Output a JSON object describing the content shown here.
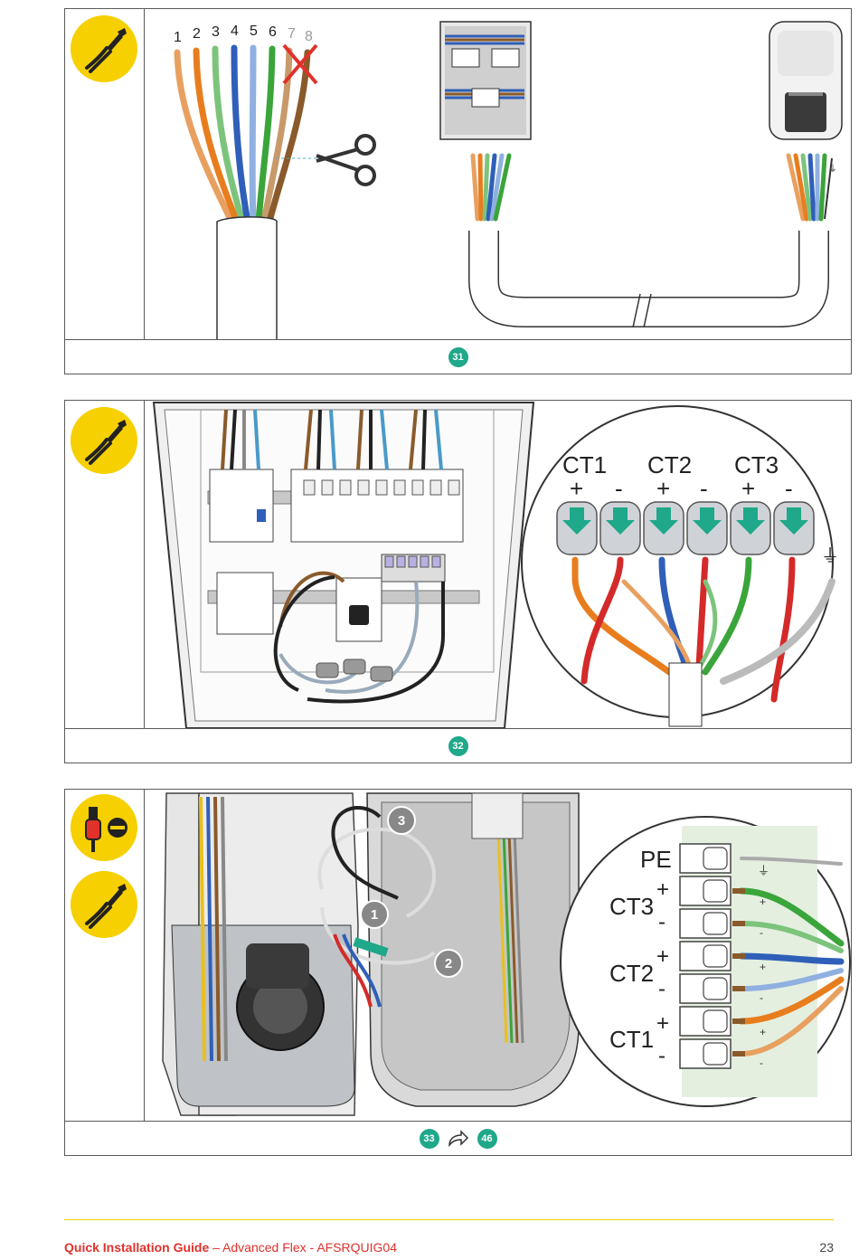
{
  "panels": [
    {
      "step": "31",
      "tool": "pliers-icon",
      "wire_numbers": [
        "1",
        "2",
        "3",
        "4",
        "5",
        "6",
        "7",
        "8"
      ]
    },
    {
      "step": "32",
      "tool": "pliers-icon",
      "ct_labels": [
        "CT1",
        "CT2",
        "CT3"
      ],
      "polarity": [
        "+",
        "-",
        "+",
        "-",
        "+",
        "-"
      ],
      "ground_symbol": "⏚"
    },
    {
      "step_from": "33",
      "step_to": "46",
      "tools": [
        "screwdriver-icon",
        "pliers-icon"
      ],
      "callouts": [
        "1",
        "2",
        "3"
      ],
      "terminal_labels": {
        "pe": "PE",
        "ct3": "CT3",
        "ct2": "CT2",
        "ct1": "CT1"
      },
      "terminal_signs": [
        "+",
        "-",
        "+",
        "-",
        "+",
        "-"
      ],
      "wire_signs": [
        "+",
        "-",
        "+",
        "-",
        "+",
        "-"
      ]
    }
  ],
  "footer": {
    "title": "Quick Installation Guide",
    "subtitle": " – Advanced Flex - AFSRQUIG04",
    "page_number": "23"
  },
  "colors": {
    "badge_yellow": "#f6d000",
    "step_green": "#1fa88a",
    "footer_red": "#e0312b",
    "wire_orange": "#e87d1e",
    "wire_green": "#3aa53a",
    "wire_blue": "#2f5fb8",
    "wire_brown": "#8a5a2b",
    "wire_red": "#d42a2a"
  }
}
